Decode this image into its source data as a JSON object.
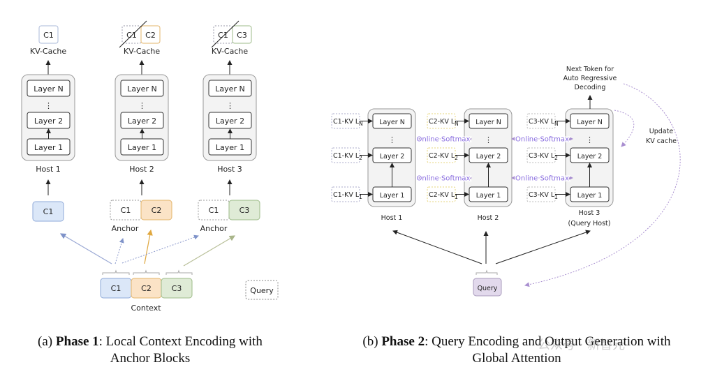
{
  "phase1": {
    "kv_cache_label": "KV-Cache",
    "hosts": [
      {
        "label": "Host 1",
        "cache": [
          "C1"
        ],
        "input": [
          "C1"
        ]
      },
      {
        "label": "Host 2",
        "cache": [
          "C1",
          "C2"
        ],
        "input": [
          "C1",
          "C2"
        ],
        "anchor_label": "Anchor"
      },
      {
        "label": "Host 3",
        "cache": [
          "C1",
          "C3"
        ],
        "input": [
          "C1",
          "C3"
        ],
        "anchor_label": "Anchor"
      }
    ],
    "layers": {
      "top": "Layer N",
      "dots": "⋮",
      "mid": "Layer 2",
      "bottom": "Layer 1"
    },
    "context": {
      "blocks": [
        "C1",
        "C2",
        "C3"
      ],
      "label": "Context"
    },
    "query": "Query",
    "caption": {
      "prefix": "(a) ",
      "bold": "Phase 1",
      "rest": ": Local Context Encoding with",
      "line2": "Anchor Blocks"
    }
  },
  "phase2": {
    "hosts": [
      {
        "label": "Host 1",
        "kv": [
          {
            "base": "C1-KV L",
            "sub": "N"
          },
          {
            "base": "C1-KV L",
            "sub": "2"
          },
          {
            "base": "C1-KV L",
            "sub": "1"
          }
        ]
      },
      {
        "label": "Host 2",
        "kv": [
          {
            "base": "C2-KV L",
            "sub": "N"
          },
          {
            "base": "C2-KV L",
            "sub": "2"
          },
          {
            "base": "C2-KV L",
            "sub": "1"
          }
        ]
      },
      {
        "label": "Host 3",
        "label2": "(Query Host)",
        "kv": [
          {
            "base": "C3-KV L",
            "sub": "N"
          },
          {
            "base": "C3-KV L",
            "sub": "2"
          },
          {
            "base": "C3-KV L",
            "sub": "1"
          }
        ]
      }
    ],
    "online_softmax": "Online Softmax",
    "next_token": [
      "Next Token for",
      "Auto Regressive",
      "Decoding"
    ],
    "update_kv": [
      "Update",
      "KV cache"
    ],
    "query": "Query",
    "caption": {
      "prefix": "(b) ",
      "bold": "Phase 2",
      "rest": ": Query Encoding and Output Generation with",
      "line2": "Global Attention"
    }
  },
  "watermark": "公众号 · 新智元",
  "colors": {
    "c1": "#dbe7f8",
    "c1_border": "#8ea9d8",
    "c2": "#fbe3c6",
    "c2_border": "#e3b46a",
    "c3": "#dfebd6",
    "c3_border": "#9dbb88",
    "query": "#e2d9ec",
    "softmax": "#8a6ee0"
  }
}
